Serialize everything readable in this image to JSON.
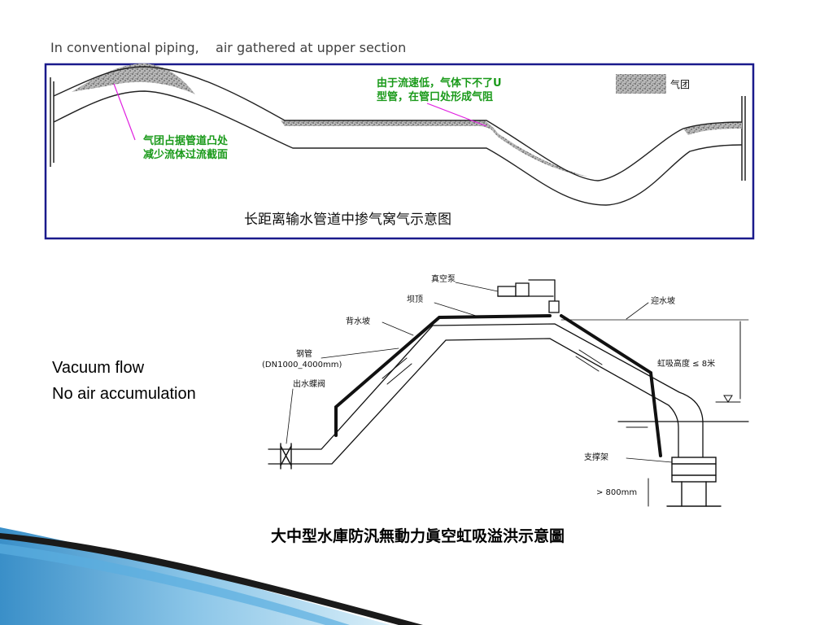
{
  "slide": {
    "title": "In conventional piping,    air gathered at upper section",
    "vacuum_line1": "Vacuum flow",
    "vacuum_line2": "No air accumulation"
  },
  "figure_top": {
    "note_top_line1": "由于流速低，气体下不了U",
    "note_top_line2": "型管，在管口处形成气阻",
    "note_left_line1": "气团占据管道凸处",
    "note_left_line2": "减少流体过流截面",
    "legend_label": "气团",
    "caption": "长距离输水管道中掺气窝气示意图"
  },
  "figure_bottom": {
    "vacuum_pump": "真空泵",
    "dam_crest": "坝顶",
    "back_slope": "背水坡",
    "front_slope": "迎水坡",
    "steel_pipe": "钢管",
    "pipe_spec": "(DN1000_4000mm)",
    "outlet_valve": "出水蝶阀",
    "siphon_height": "虹吸高度 ≤ 8米",
    "support_frame": "支撑架",
    "depth": "> 800mm",
    "caption": "大中型水庫防汎無動力眞空虹吸溢洪示意圖"
  },
  "colors": {
    "frame_border": "#1a1a8c",
    "annotation_green": "#1a9a1a",
    "pointer_magenta": "#e020e0",
    "air_gray": "#8a8a8a",
    "swoosh_blue": "#3a8fc8"
  }
}
